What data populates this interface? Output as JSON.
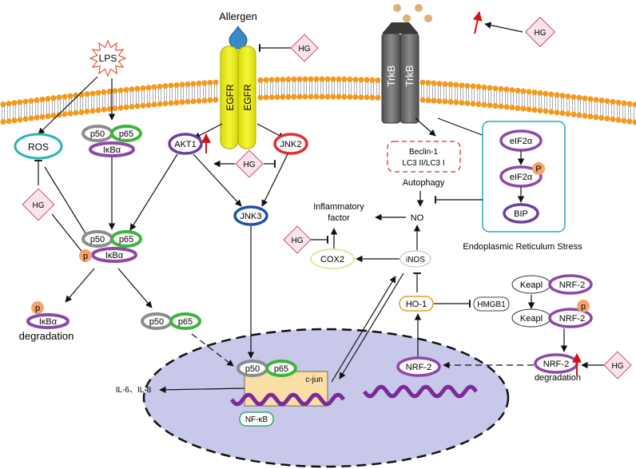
{
  "labels": {
    "allergen": "Allergen",
    "hg": "HG",
    "lps": "LPS",
    "egfr": "EGFR",
    "trkb": "TrkB",
    "ros": "ROS",
    "p50": "p50",
    "p65": "p65",
    "ikba": "IκBα",
    "p": "p",
    "P": "P",
    "akt1": "AKT1",
    "jnk2": "JNK2",
    "jnk3": "JNK3",
    "beclin": "Beclin-1",
    "lc3": "LC3 II/LC3 I",
    "autophagy": "Autophagy",
    "eif2a": "eIF2α",
    "bip": "BIP",
    "er_stress": "Endoplasmic Reticulum Stress",
    "inflam_1": "Inflammatory",
    "inflam_2": "factor",
    "no": "NO",
    "cox2": "COX2",
    "inos": "iNOS",
    "ho1": "HO-1",
    "hmgb1": "HMGB1",
    "keapl": "Keapl",
    "nrf2": "NRF-2",
    "degradation": "degradation",
    "cjun": "c-jun",
    "il": "IL-6、IL-8",
    "nfkb": "NF-κB"
  },
  "colors": {
    "membrane_head": "#f39a1c",
    "membrane_tail": "#999999",
    "egfr": "#e8ea1e",
    "trkb": "#6b6b6b",
    "nucleus": "#c7c8ea",
    "hg_fill": "#fbe3ea",
    "hg_stroke": "#c45178",
    "p65": "#3cb53a",
    "ikba": "#8e48a8",
    "p50": "#8c8c8c",
    "p_circle": "#f5a46a",
    "ros": "#2ab5b5",
    "akt1": "#6b3fa0",
    "jnk2": "#e03030",
    "jnk3": "#1e52a8",
    "er_box": "#28a6c9",
    "red_arrow": "#d11414",
    "dna": "#7a2a9a",
    "dots": "#e0b07a",
    "cjun_fill": "#f9dfa6",
    "nfkb_stroke": "#1e9a5a",
    "inos_stroke": "#bbbbbb",
    "cox2_stroke": "#dde080",
    "ho1_stroke": "#e0a020"
  }
}
